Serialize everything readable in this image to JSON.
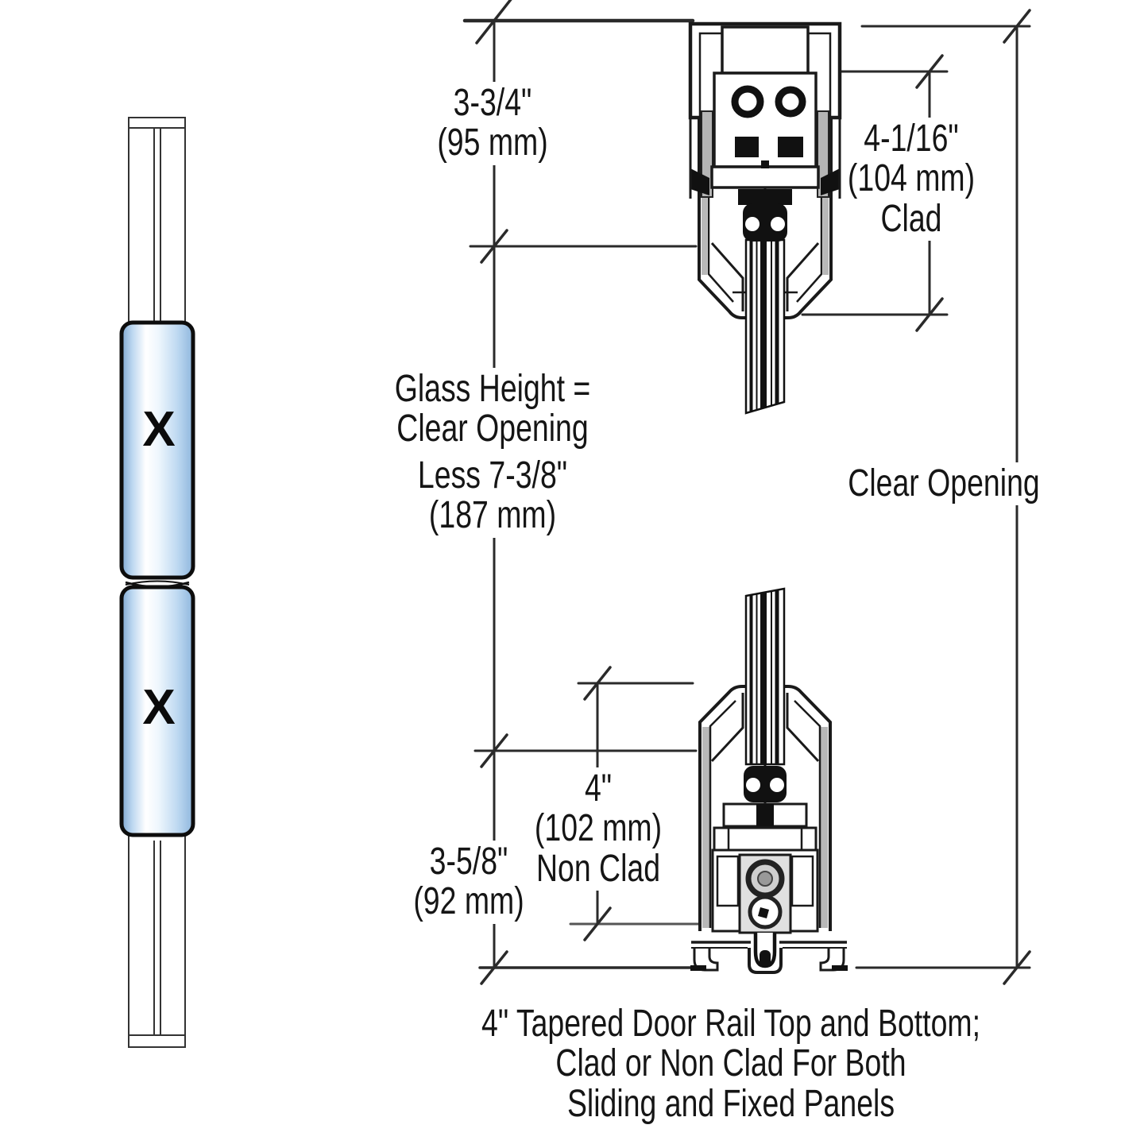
{
  "page": {
    "background": "#ffffff"
  },
  "colors": {
    "outline": "#1a1a1a",
    "dimension_line": "#2a2a2a",
    "glass_blue_edge": "#7fa8d2",
    "glass_blue_mid": "#bcd7f0",
    "clad_gray": "#b5b5b5"
  },
  "elevation": {
    "panel_marks": [
      "X",
      "X"
    ]
  },
  "dimensions": {
    "top_rail": {
      "imperial": "3-3/4\"",
      "metric": "(95 mm)"
    },
    "clad": {
      "imperial": "4-1/16\"",
      "metric": "(104 mm)",
      "note": "Clad"
    },
    "glass_height": {
      "line1": "Glass Height =",
      "line2": "Clear Opening",
      "line3": "Less 7-3/8\"",
      "line4": "(187 mm)"
    },
    "clear_opening": {
      "label": "Clear Opening"
    },
    "non_clad": {
      "imperial": "4\"",
      "metric": "(102 mm)",
      "note": "Non Clad"
    },
    "bottom_rail": {
      "imperial": "3-5/8\"",
      "metric": "(92 mm)"
    }
  },
  "caption": {
    "line1": "4\" Tapered Door Rail Top and Bottom;",
    "line2": "Clad or Non Clad For Both",
    "line3": "Sliding and Fixed Panels"
  }
}
